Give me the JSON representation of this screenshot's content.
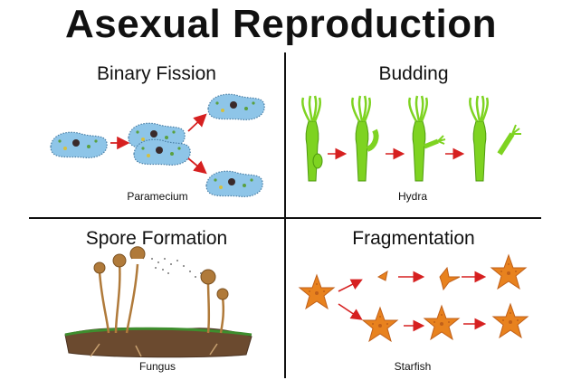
{
  "title": "Asexual Reproduction",
  "panels": [
    {
      "heading": "Binary Fission",
      "caption": "Paramecium"
    },
    {
      "heading": "Budding",
      "caption": "Hydra"
    },
    {
      "heading": "Spore Formation",
      "caption": "Fungus"
    },
    {
      "heading": "Fragmentation",
      "caption": "Starfish"
    }
  ],
  "colors": {
    "arrow": "#d62020",
    "paramecium": "#8ec5e8",
    "hydra": "#7ed321",
    "fungus": "#b07a3a",
    "soil": "#6b4a2f",
    "starfish": "#e8821e"
  }
}
